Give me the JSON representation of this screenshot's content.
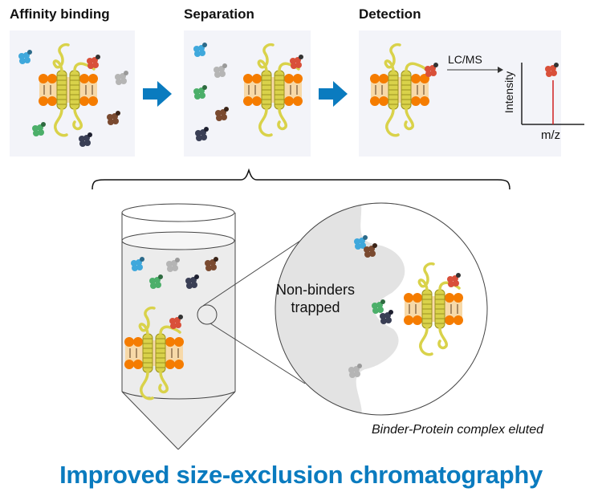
{
  "steps": [
    {
      "title": "Affinity binding"
    },
    {
      "title": "Separation"
    },
    {
      "title": "Detection"
    }
  ],
  "detection": {
    "method_label": "LC/MS",
    "y_axis_label": "Intensity",
    "x_axis_label": "m/z"
  },
  "column": {
    "overlay_label": "Non-binders\ntrapped",
    "overlay_line1": "Non-binders",
    "overlay_line2": "trapped",
    "eluted_caption": "Binder-Protein complex eluted"
  },
  "title": "Improved size-exclusion chromatography",
  "colors": {
    "arrow": "#0a7bbf",
    "title": "#0a7bbf",
    "panel_bg": "#f3f4f9",
    "molecule_blue": "#3fa8dc",
    "molecule_gray": "#b5b5b5",
    "molecule_green": "#4caf6a",
    "molecule_brown": "#7a4a30",
    "molecule_navy": "#3a3f55",
    "molecule_red": "#d9503a",
    "membrane_orange": "#f57c00",
    "protein_yellow": "#d9d24a",
    "peak_red": "#d02020"
  }
}
